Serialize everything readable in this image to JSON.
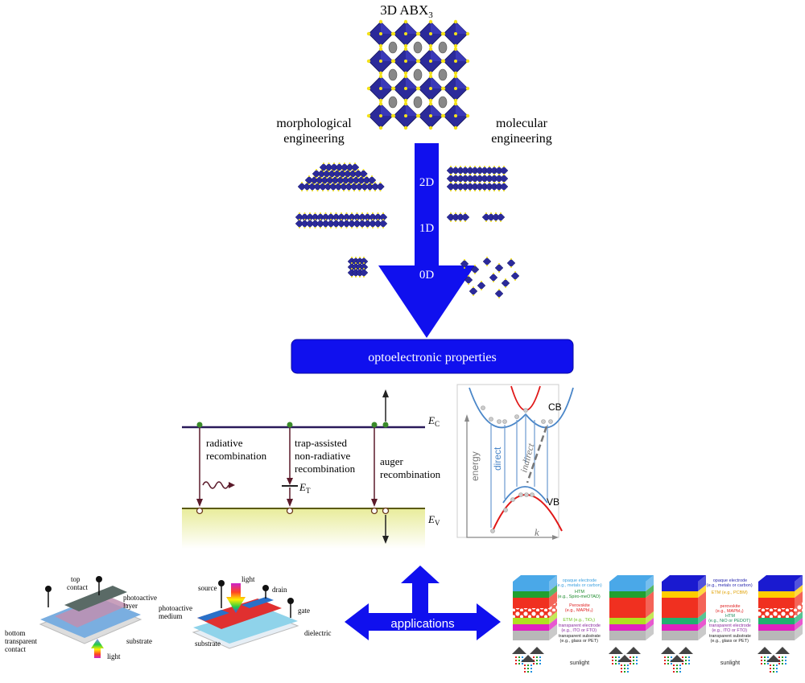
{
  "title": {
    "main": "3D ABX",
    "sub": "3"
  },
  "labels": {
    "morphological": [
      "morphological",
      "engineering"
    ],
    "molecular": [
      "molecular",
      "engineering"
    ],
    "dims": [
      "2D",
      "1D",
      "0D"
    ]
  },
  "optoelectronic_box": "optoelectronic properties",
  "recombination": {
    "ec": "E",
    "ec_sub": "C",
    "ev": "E",
    "ev_sub": "V",
    "et": "E",
    "et_sub": "T",
    "radiative": [
      "radiative",
      "recombination"
    ],
    "trap": [
      "trap-assisted",
      "non-radiative",
      "recombination"
    ],
    "auger": [
      "auger",
      "recombination"
    ]
  },
  "band": {
    "cb": "CB",
    "vb": "VB",
    "energy": "energy",
    "k": "k",
    "direct": "direct",
    "indirect": "indirect"
  },
  "applications": "applications",
  "photodetector": {
    "top_contact": [
      "top",
      "contact"
    ],
    "photoactive_layer": [
      "photoactive",
      "layer"
    ],
    "bottom_contact": [
      "bottom",
      "transparent",
      "contact"
    ],
    "substrate": "substrate",
    "light": "light"
  },
  "transistor": {
    "source": "source",
    "light": "light",
    "drain": "drain",
    "gate": "gate",
    "photoactive_medium": [
      "photoactive",
      "medium"
    ],
    "dielectric": "dielectric",
    "substrate": "substrate"
  },
  "solar_nip": {
    "opaque": [
      "opaque electrode",
      "(e.g., metals or carbon)"
    ],
    "htm": [
      "HTM",
      "(e.g., Spiro-meOTAD)"
    ],
    "perovskite": [
      "Perovskite",
      "(e.g., MAPbI₃)"
    ],
    "etm": [
      "ETM (e.g., TiO₂)"
    ],
    "transparent": [
      "transparent electrode",
      "(e.g., ITO or FTO)"
    ],
    "substrate": [
      "transparent substrate",
      "(e.g., glass or PET)"
    ],
    "sunlight": "sunlight"
  },
  "solar_pin": {
    "opaque": [
      "opaque electrode",
      "(e.g., metals or carbon)"
    ],
    "etm": [
      "ETM (e.g., PCBM)"
    ],
    "perovskite": [
      "perovskite",
      "(e.g., MAPbI₃)"
    ],
    "htm": [
      "HTM",
      "(e.g., NiO or PEDOT)"
    ],
    "transparent": [
      "transparent electrode",
      "(e.g., ITO or FTO)"
    ],
    "substrate": [
      "transparent substrate",
      "(e.g., glass or PET)"
    ],
    "sunlight": "sunlight"
  },
  "colors": {
    "arrow_blue": "#1010ee",
    "octahedron": "#2b2a9a",
    "atom": "#f4e21a",
    "recomb_line": "#2a1a5a",
    "arrow_maroon": "#5a1a2a"
  }
}
